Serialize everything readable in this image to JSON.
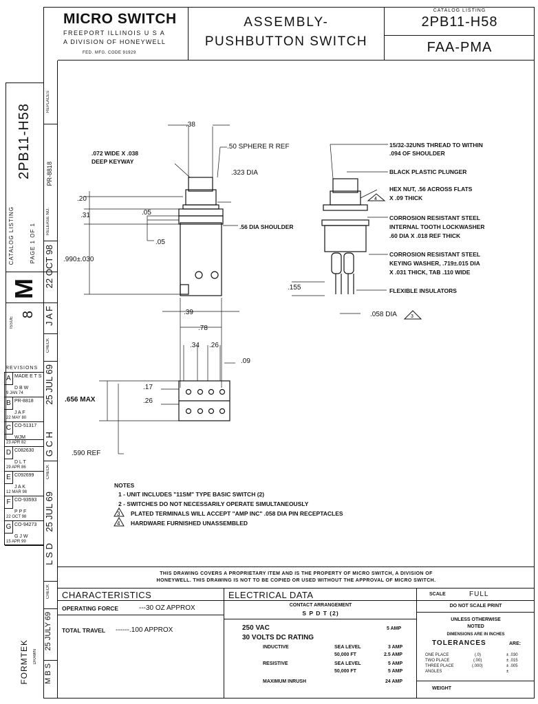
{
  "title_block": {
    "company": "MICRO SWITCH",
    "company_line1": "FREEPORT ILLINOIS U S A",
    "company_line2": "A DIVISION OF HONEYWELL",
    "fed_code": "FED. MFG. CODE 91929",
    "title_line1": "ASSEMBLY-",
    "title_line2": "PUSHBUTTON SWITCH",
    "catalog_listing_label": "CATALOG LISTING",
    "catalog_listing": "2PB11-H58",
    "certification": "FAA-PMA"
  },
  "side_strip": {
    "catalog_listing_label": "CATALOG LISTING",
    "catalog_listing": "2PB11-H58",
    "replaces_label": "REPLACES",
    "release_no_label": "RELEASE NO.",
    "release_no": "PR-8818",
    "page": "PAGE 1 OF 1",
    "date": "22 OCT 98",
    "letter": "M",
    "issue_label": "ISSUE",
    "issue": "8",
    "initials": "J A F",
    "check_label": "CHECK",
    "drawn_label": "DRAWN",
    "drawn_date": "25 JULY 69",
    "drawn_initials": "M B S",
    "formtek": "FORMTEK",
    "check_date": "25 JUL 69",
    "check_initials": "L S D",
    "mid_check_label": "CHECK",
    "mid_check_initials": "G C H",
    "upper_check_date": "25 JUL 69"
  },
  "revisions": {
    "label": "REVISIONS",
    "rows": [
      {
        "letter": "A",
        "text": "MADE E T S",
        "sig": "D B W",
        "date": "9 JAN 74"
      },
      {
        "letter": "B",
        "text": "PR-8818",
        "sig": "J A F",
        "date": "22 MAY 80"
      },
      {
        "letter": "C",
        "text": "CO-51317",
        "sig": "WJM",
        "date": "23 APR 82"
      },
      {
        "letter": "D",
        "text": "C082630",
        "sig": "D L T",
        "date": "29 APR 86"
      },
      {
        "letter": "E",
        "text": "C092699",
        "sig": "J A K",
        "date": "12 MAR 98"
      },
      {
        "letter": "F",
        "text": "CO-93593",
        "sig": "P P F",
        "date": "22 OCT 98"
      },
      {
        "letter": "G",
        "text": "CO-94273",
        "sig": "G J W",
        "date": "15 APR 99"
      }
    ]
  },
  "drawing": {
    "dims_left": {
      "top_width": ".38",
      "keyway": ".072 WIDE X .038",
      "keyway2": "DEEP KEYWAY",
      "sphere": ".50 SPHERE R REF",
      "dia323": ".323 DIA",
      "d20": ".20",
      "d31": ".31",
      "d05a": ".05",
      "d05b": ".05",
      "shoulder": ".56 DIA SHOULDER",
      "height": ".990±.030",
      "w39": ".39",
      "w78": ".78",
      "w34": ".34",
      "w26": ".26",
      "w09": ".09",
      "h17": ".17",
      "h26": ".26",
      "max656": ".656 MAX",
      "ref590": ".590 REF"
    },
    "callouts_right": [
      "15/32-32UNS THREAD TO WITHIN",
      ".094 OF SHOULDER",
      "BLACK PLASTIC PLUNGER",
      "HEX NUT, .56 ACROSS FLATS",
      "X .09 THICK",
      "CORROSION RESISTANT STEEL",
      "INTERNAL TOOTH LOCKWASHER",
      ".60 DIA X .018 REF THICK",
      "CORROSION RESISTANT STEEL",
      "KEYING WASHER, .719±.015 DIA",
      "X .031 THICK, TAB .110 WIDE",
      "FLEXIBLE INSULATORS"
    ],
    "d155": ".155",
    "dia058": ".058 DIA",
    "tri3": "3",
    "tri4": "4"
  },
  "notes": {
    "label": "NOTES",
    "items": [
      "1 - UNIT INCLUDES \"11SM\" TYPE BASIC SWITCH (2)",
      "2 - SWITCHES DO NOT NECESSARILY OPERATE SIMULTANEOUSLY",
      "PLATED TERMINALS WILL ACCEPT \"AMP INC\" .058 DIA PIN RECEPTACLES",
      "HARDWARE FURNISHED UNASSEMBLED"
    ],
    "tri3": "3",
    "tri4": "4"
  },
  "proprietary": [
    "THIS DRAWING COVERS A PROPRIETARY ITEM AND IS THE PROPERTY OF MICRO SWITCH, A DIVISION OF",
    "HONEYWELL. THIS DRAWING IS NOT TO BE COPIED OR USED WITHOUT THE APPROVAL OF MICRO SWITCH."
  ],
  "characteristics": {
    "label": "CHARACTERISTICS",
    "force_label": "OPERATING FORCE",
    "force_value": "---30 OZ  APPROX",
    "travel_label": "TOTAL TRAVEL",
    "travel_value": "------.100   APPROX"
  },
  "electrical": {
    "label": "ELECTRICAL DATA",
    "contact_label": "CONTACT ARRANGEMENT",
    "contact": "S P D T (2)",
    "ac": "250 VAC",
    "ac_amp": "5 AMP",
    "dc": "30 VOLTS DC RATING",
    "inductive": "INDUCTIVE",
    "sea1": "SEA LEVEL",
    "sea1_amp": "3 AMP",
    "alt1": "50,000 FT",
    "alt1_amp": "2.5 AMP",
    "resistive": "RESISTIVE",
    "sea2": "SEA LEVEL",
    "sea2_amp": "5 AMP",
    "alt2": "50,000 FT",
    "alt2_amp": "5 AMP",
    "inrush": "MAXIMUM INRUSH",
    "inrush_amp": "24 AMP"
  },
  "right_block": {
    "scale_label": "SCALE",
    "scale": "FULL",
    "no_scale": "DO NOT SCALE PRINT",
    "unless1": "UNLESS OTHERWISE",
    "unless2": "NOTED",
    "dims_in": "DIMENSIONS ARE IN INCHES",
    "tolerances": "TOLERANCES",
    "are": "ARE:",
    "one_place": "ONE PLACE",
    "one_val": "(.0)",
    "one_tol": "± .030",
    "two_place": "TWO PLACE",
    "two_val": "(.00)",
    "two_tol": "± .015",
    "three_place": "THREE PLACE",
    "three_val": "(.000)",
    "three_tol": "± .005",
    "angles": "ANGLES",
    "angles_tol": "±",
    "weight": "WEIGHT"
  }
}
